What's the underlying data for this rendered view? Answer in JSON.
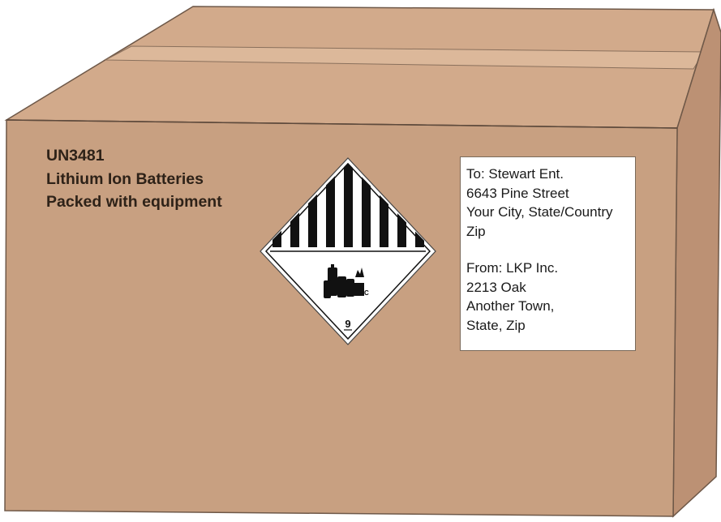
{
  "package_marking": {
    "un_number": "UN3481",
    "line2": "Lithium Ion Batteries",
    "line3": "Packed with equipment"
  },
  "hazard_label": {
    "class_number": "9",
    "symbol": "battery-icon"
  },
  "shipping_label": {
    "to_lines": [
      "To:  Stewart Ent.",
      "6643 Pine Street",
      "Your City, State/Country",
      "Zip"
    ],
    "from_lines": [
      "From:  LKP Inc.",
      "2213 Oak",
      "Another Town,",
      "State, Zip"
    ]
  },
  "colors": {
    "cardboard_front": "#c8a081",
    "cardboard_top": "#d2aa8b",
    "cardboard_side": "#b98f72",
    "tape": "#d9b496",
    "outline": "#6e5848"
  }
}
